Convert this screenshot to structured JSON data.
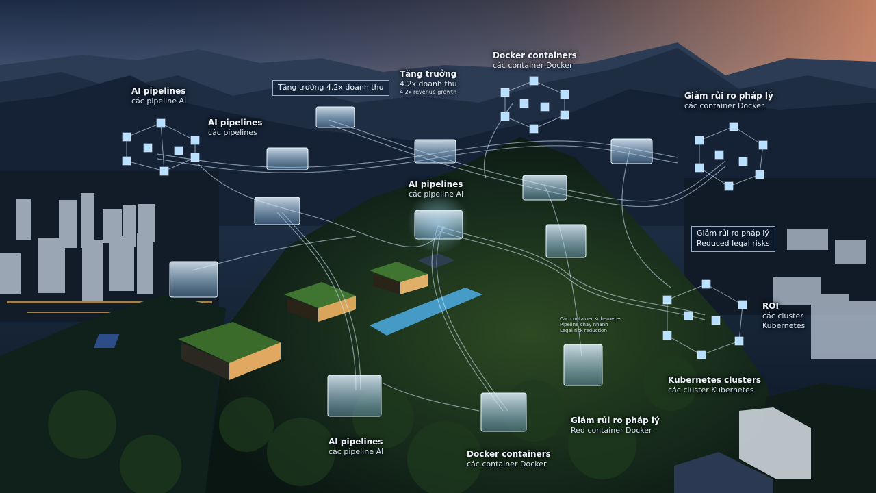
{
  "labels": {
    "ai_top_left": {
      "title": "AI pipelines",
      "sub": "các pipeline AI"
    },
    "ai_left": {
      "title": "AI pipelines",
      "sub": "các pipelines"
    },
    "growth_box": "Tăng trưởng 4.2x doanh thu",
    "growth_label": {
      "line1": "Tăng trưởng",
      "line2": "4.2x doanh thu",
      "line3": "4.2x revenue growth"
    },
    "docker_top": {
      "title": "Docker containers",
      "sub": "các container Docker"
    },
    "legal_top": {
      "title": "Giảm rủi ro pháp lý",
      "sub": "các container Docker"
    },
    "ai_center": {
      "title": "AI pipelines",
      "sub": "các pipeline AI"
    },
    "legal_box": {
      "line1": "Giảm rủi ro pháp lý",
      "line2": "Reduced legal risks"
    },
    "roi": {
      "title": "ROI",
      "sub1": "các cluster",
      "sub2": "Kubernetes"
    },
    "k8s": {
      "title": "Kubernetes clusters",
      "sub": "các cluster Kubernetes"
    },
    "legal_bottom": {
      "title": "Giảm rủi ro pháp lý",
      "sub": "Red container Docker"
    },
    "ai_bottom": {
      "title": "AI pipelines",
      "sub": "các pipeline AI"
    },
    "docker_bottom": {
      "title": "Docker containers",
      "sub": "các container Docker"
    },
    "small_note": {
      "line1": "Các container Kubernetes",
      "line2": "Pipeline chạy nhanh",
      "line3": "Legal risk reduction"
    }
  }
}
